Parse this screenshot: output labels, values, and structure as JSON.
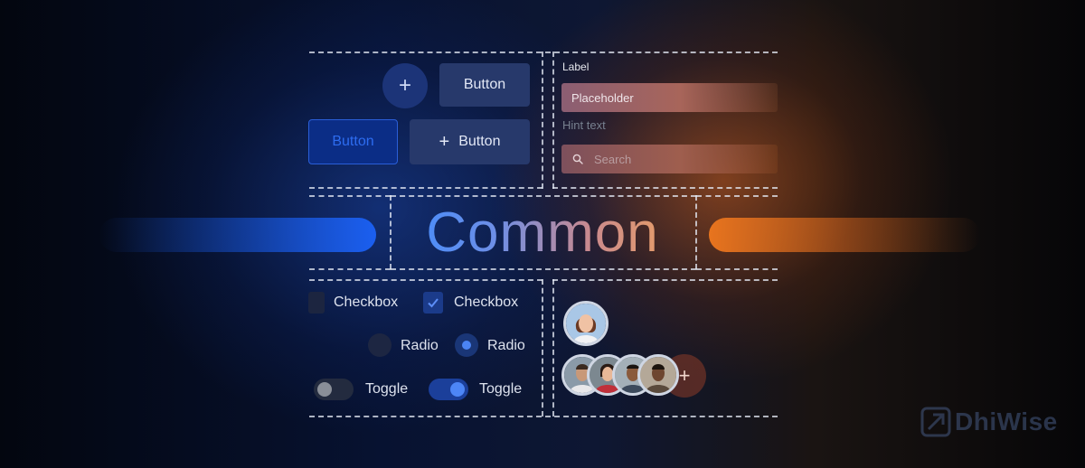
{
  "buttons": {
    "icon_button_symbol": "+",
    "solid_label": "Button",
    "outline_label": "Button",
    "icon_text_symbol": "+",
    "icon_text_label": "Button"
  },
  "form": {
    "label": "Label",
    "input_placeholder": "Placeholder",
    "hint": "Hint text",
    "search_placeholder": "Search"
  },
  "title": "Common",
  "selection": {
    "checkbox_unchecked_label": "Checkbox",
    "checkbox_checked_label": "Checkbox",
    "radio_unselected_label": "Radio",
    "radio_selected_label": "Radio",
    "toggle_off_label": "Toggle",
    "toggle_on_label": "Toggle"
  },
  "avatars": {
    "more_symbol": "+"
  },
  "brand": {
    "logo_text": "DhiWise"
  },
  "colors": {
    "accent_blue": "#1b5ff0",
    "accent_orange": "#e8741e"
  }
}
